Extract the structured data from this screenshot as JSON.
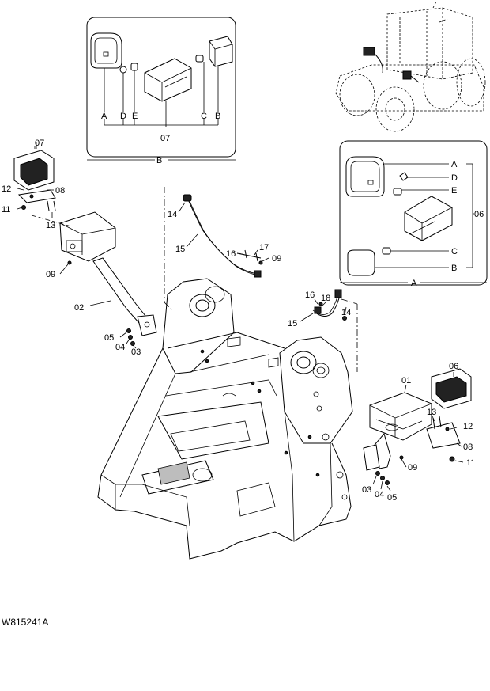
{
  "drawing_code": "W815241A",
  "callouts": {
    "c01": "01",
    "c02": "02",
    "c03a": "03",
    "c03b": "03",
    "c04a": "04",
    "c04b": "04",
    "c05a": "05",
    "c05b": "05",
    "c06a": "06",
    "c06b": "06",
    "c07a": "07",
    "c07b": "07",
    "c08a": "08",
    "c08b": "08",
    "c09a": "09",
    "c09b": "09",
    "c09c": "09",
    "c11a": "11",
    "c11b": "11",
    "c12a": "12",
    "c12b": "12",
    "c13a": "13",
    "c13b": "13",
    "c14a": "14",
    "c14b": "14",
    "c15a": "15",
    "c15b": "15",
    "c16a": "16",
    "c16b": "16",
    "c17": "17",
    "c18": "18"
  },
  "detail_b": {
    "title": "B",
    "letters": [
      "A",
      "D",
      "E",
      "C",
      "B"
    ],
    "part": "07"
  },
  "detail_a": {
    "title": "A",
    "letters": [
      "A",
      "D",
      "E",
      "C",
      "B"
    ],
    "part": "06"
  }
}
